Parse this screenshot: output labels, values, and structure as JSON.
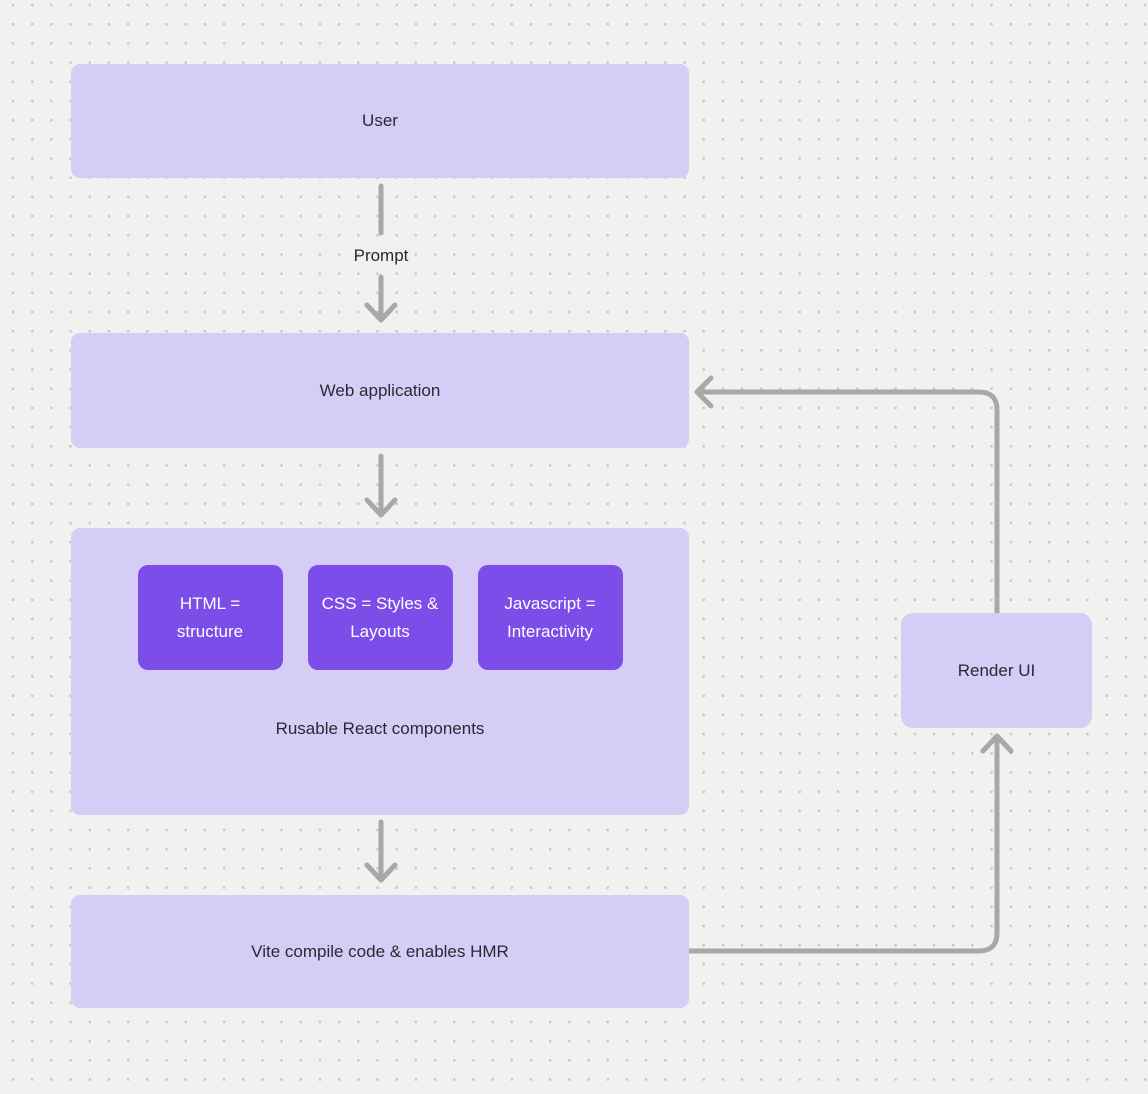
{
  "diagram": {
    "nodes": {
      "user": {
        "label": "User"
      },
      "web_application": {
        "label": "Web application"
      },
      "components_group": {
        "caption": "Rusable React components",
        "children": [
          {
            "label": "HTML = structure"
          },
          {
            "label": "CSS = Styles & Layouts"
          },
          {
            "label": "Javascript = Interactivity"
          }
        ]
      },
      "vite": {
        "label": "Vite compile code & enables HMR"
      },
      "render_ui": {
        "label": "Render UI"
      }
    },
    "edges": [
      {
        "from": "user",
        "to": "web_application",
        "label": "Prompt"
      },
      {
        "from": "web_application",
        "to": "components_group",
        "label": ""
      },
      {
        "from": "components_group",
        "to": "vite",
        "label": ""
      },
      {
        "from": "vite",
        "to": "render_ui",
        "label": ""
      },
      {
        "from": "render_ui",
        "to": "web_application",
        "label": ""
      }
    ],
    "colors": {
      "background": "#f2f1f0",
      "dot_grid": "#c8c6c4",
      "node_fill_light": "#d6cdf6",
      "node_fill_dark": "#7c4de8",
      "text_dark": "#2b2833",
      "text_light": "#ffffff",
      "connector": "#a9a8a6"
    }
  }
}
